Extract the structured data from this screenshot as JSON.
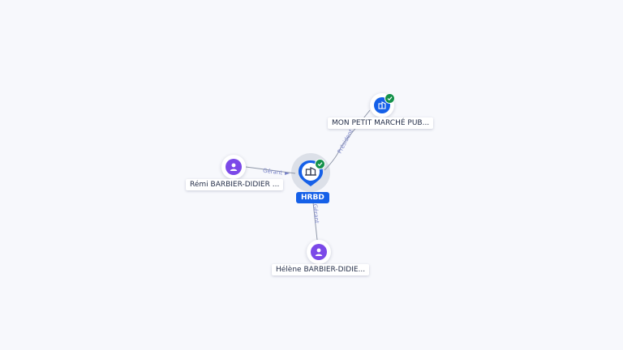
{
  "colors": {
    "edge": "#8f97a8",
    "edge_label": "#7a84c8",
    "person": "#7b49e8",
    "company": "#1560e8",
    "verified": "#14914a"
  },
  "nodes": {
    "focus": {
      "label": "HRBD",
      "icon": "building-icon",
      "verified": true
    },
    "company": {
      "label": "MON PETIT MARCHÉ PUB...",
      "icon": "building-icon",
      "verified": true
    },
    "person1": {
      "label": "Rémi BARBIER-DIDIER ...",
      "icon": "person-icon"
    },
    "person2": {
      "label": "Hélène BARBIER-DIDIE...",
      "icon": "person-icon"
    }
  },
  "edges": [
    {
      "from": "person1",
      "to": "focus",
      "label": "Gérant"
    },
    {
      "from": "focus",
      "to": "company",
      "label": "Président"
    },
    {
      "from": "focus",
      "to": "person2",
      "label": "Gérant"
    }
  ]
}
